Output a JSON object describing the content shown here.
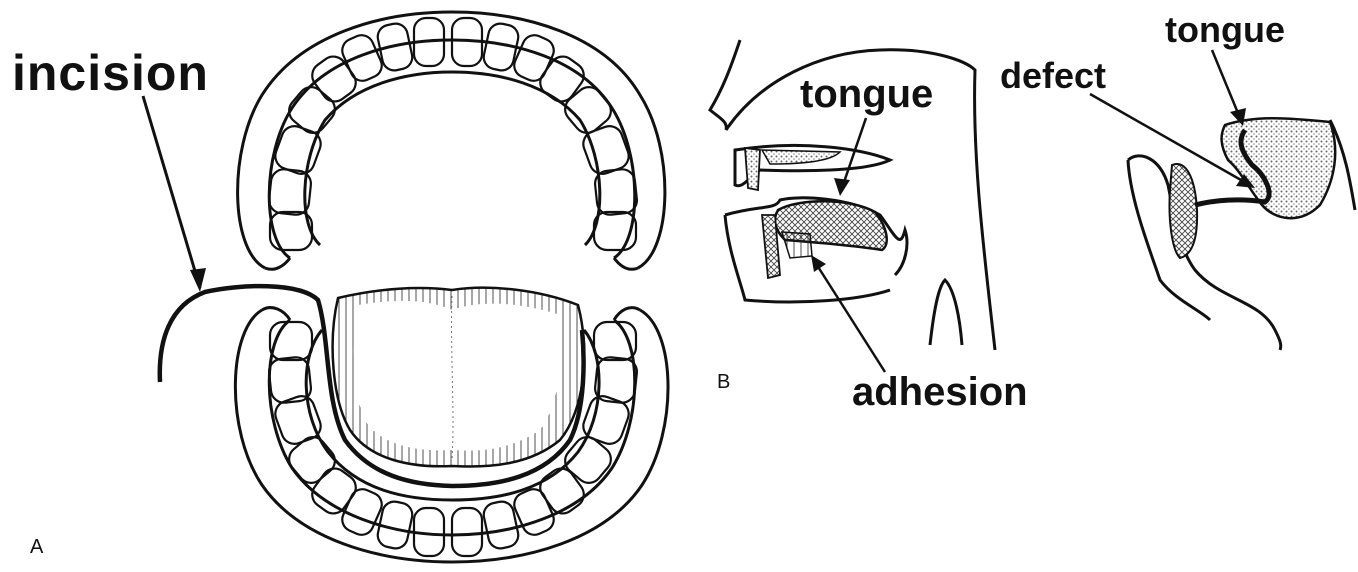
{
  "labels": {
    "incision": "incision",
    "tongue_b": "tongue",
    "adhesion": "adhesion",
    "defect": "defect",
    "tongue_c": "tongue"
  },
  "panels": {
    "a": "A",
    "b": "B"
  },
  "colors": {
    "ink": "#111111",
    "background": "#ffffff",
    "stipple": "#777777"
  }
}
